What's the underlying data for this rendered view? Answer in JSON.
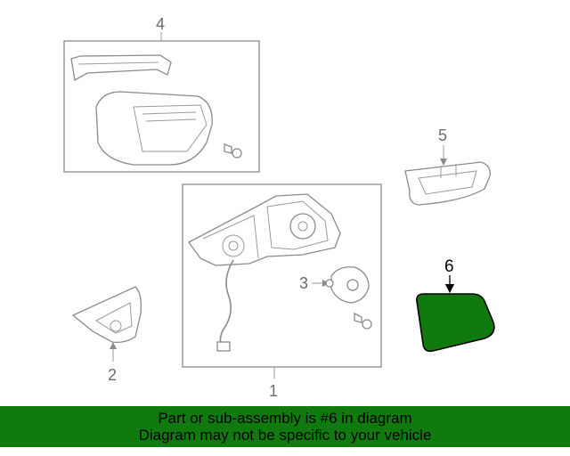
{
  "callouts": {
    "c1": "1",
    "c2": "2",
    "c3": "3",
    "c4": "4",
    "c5": "5",
    "c6": "6"
  },
  "highlight": {
    "part": "6",
    "color": "#117a0f"
  },
  "banner": {
    "line1": "Part or sub-assembly is #6 in diagram",
    "line2": "Diagram may not be specific to your vehicle",
    "color": "#117a0f"
  }
}
